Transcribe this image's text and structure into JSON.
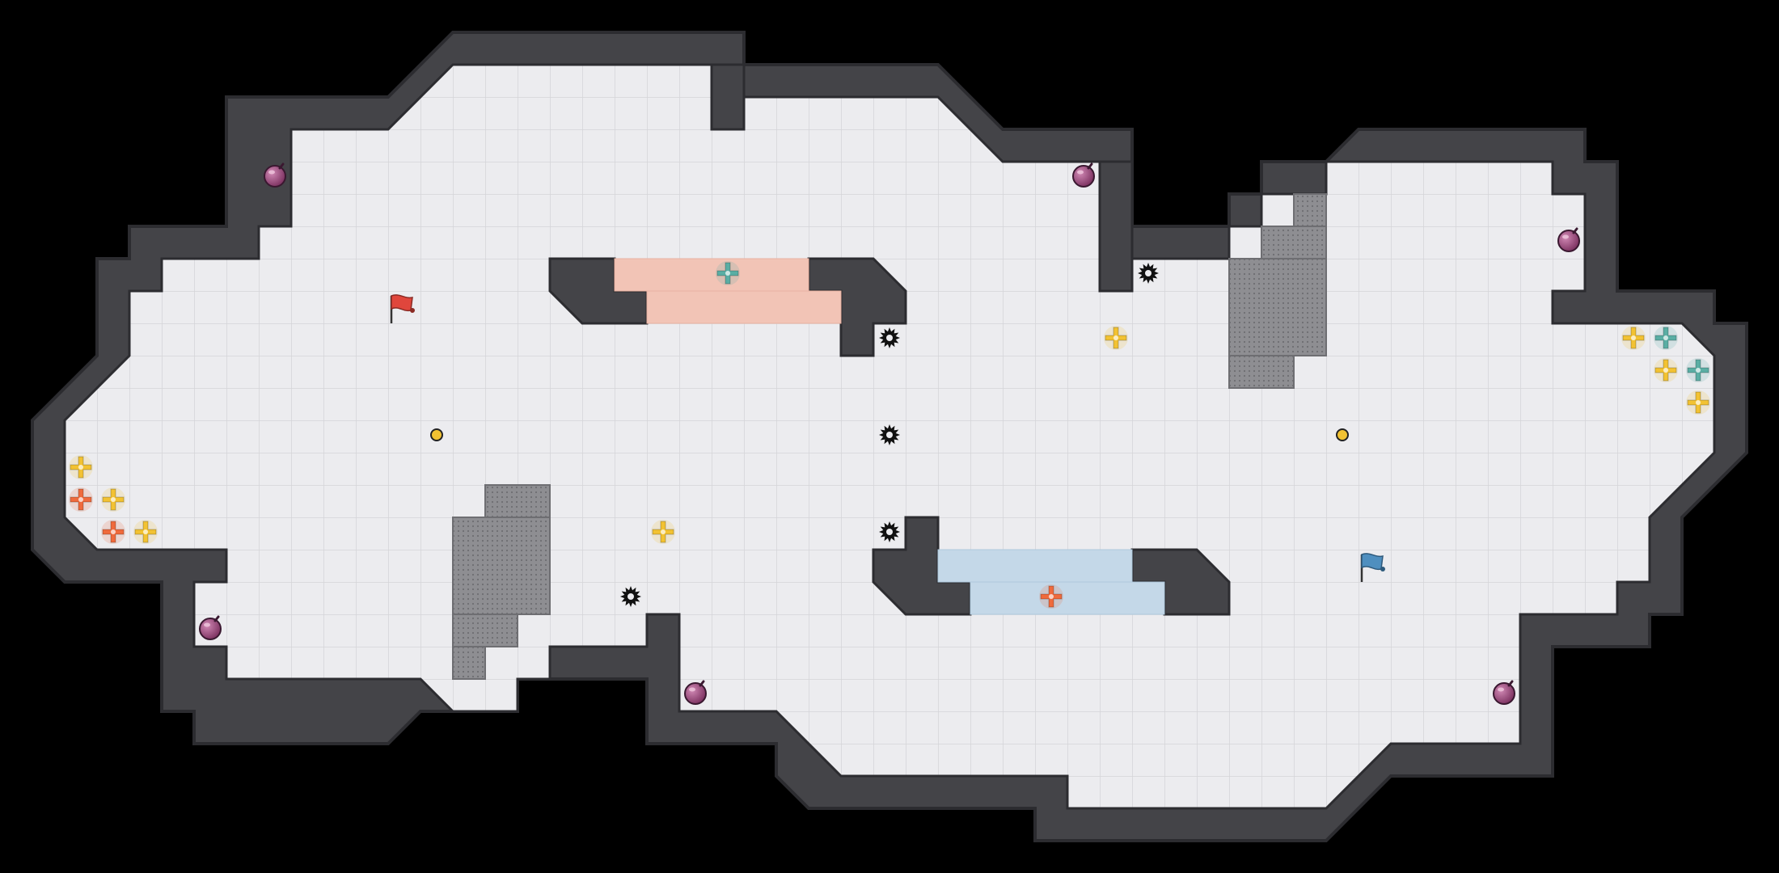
{
  "level": {
    "background": "#000000",
    "floor_color": "#ececef",
    "grid_line_color": "#d2d2d6",
    "wall_color": "#444448",
    "wall_edge_color": "#2c2c30"
  },
  "zones": [
    {
      "kind": "red-team-zone",
      "color": "#f2c4b6"
    },
    {
      "kind": "blue-team-zone",
      "color": "#c4d8e8"
    }
  ],
  "hazards": {
    "kind": "grate",
    "color": "#8e8e92"
  },
  "teams": [
    {
      "name": "red",
      "flag_color": "#e0463c"
    },
    {
      "name": "blue",
      "flag_color": "#4f8fbf"
    }
  ],
  "powerups": {
    "colors": {
      "yellow": "#f2c232",
      "orange": "#ef6a3c",
      "teal": "#5aaea4"
    },
    "icon": "plus-star-icon"
  },
  "items": {
    "bomb": {
      "icon": "bomb-icon",
      "color": "#9a4a7c"
    },
    "spike": {
      "icon": "spike-icon",
      "color": "#111111"
    },
    "boost": {
      "icon": "boost-icon",
      "color": "#f2c232"
    }
  }
}
